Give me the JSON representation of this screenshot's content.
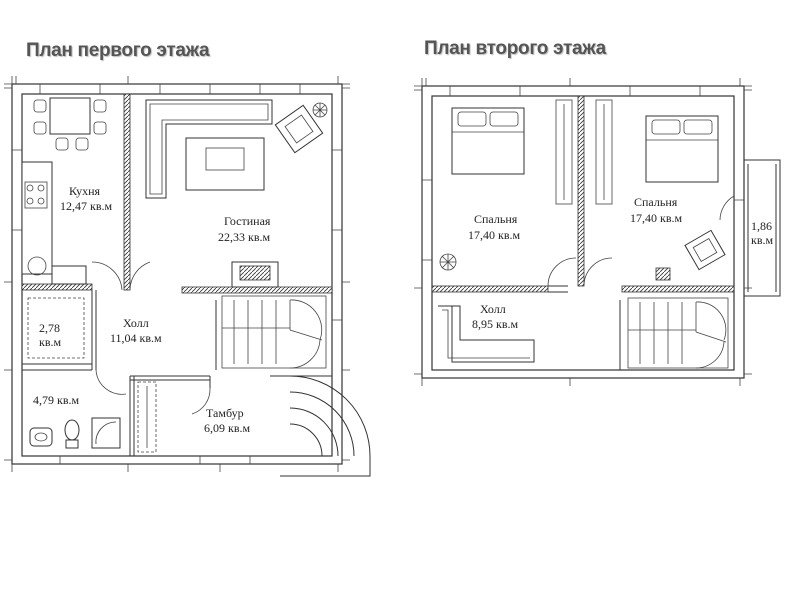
{
  "floors": [
    {
      "title": "План первого этажа",
      "rooms": [
        {
          "name": "Кухня",
          "area": "12,47 кв.м"
        },
        {
          "name": "Гостиная",
          "area": "22,33 кв.м"
        },
        {
          "name": "",
          "area": "2,78 кв.м"
        },
        {
          "name": "Холл",
          "area": "11,04 кв.м"
        },
        {
          "name": "",
          "area": "4,79 кв.м"
        },
        {
          "name": "Тамбур",
          "area": "6,09 кв.м"
        }
      ]
    },
    {
      "title": "План второго этажа",
      "rooms": [
        {
          "name": "Спальня",
          "area": "17,40 кв.м"
        },
        {
          "name": "Спальня",
          "area": "17,40 кв.м"
        },
        {
          "name": "",
          "area": "1,86 кв.м"
        },
        {
          "name": "Холл",
          "area": "8,95 кв.м"
        }
      ]
    }
  ],
  "colors": {
    "line": "#333333",
    "title": "#555555"
  }
}
